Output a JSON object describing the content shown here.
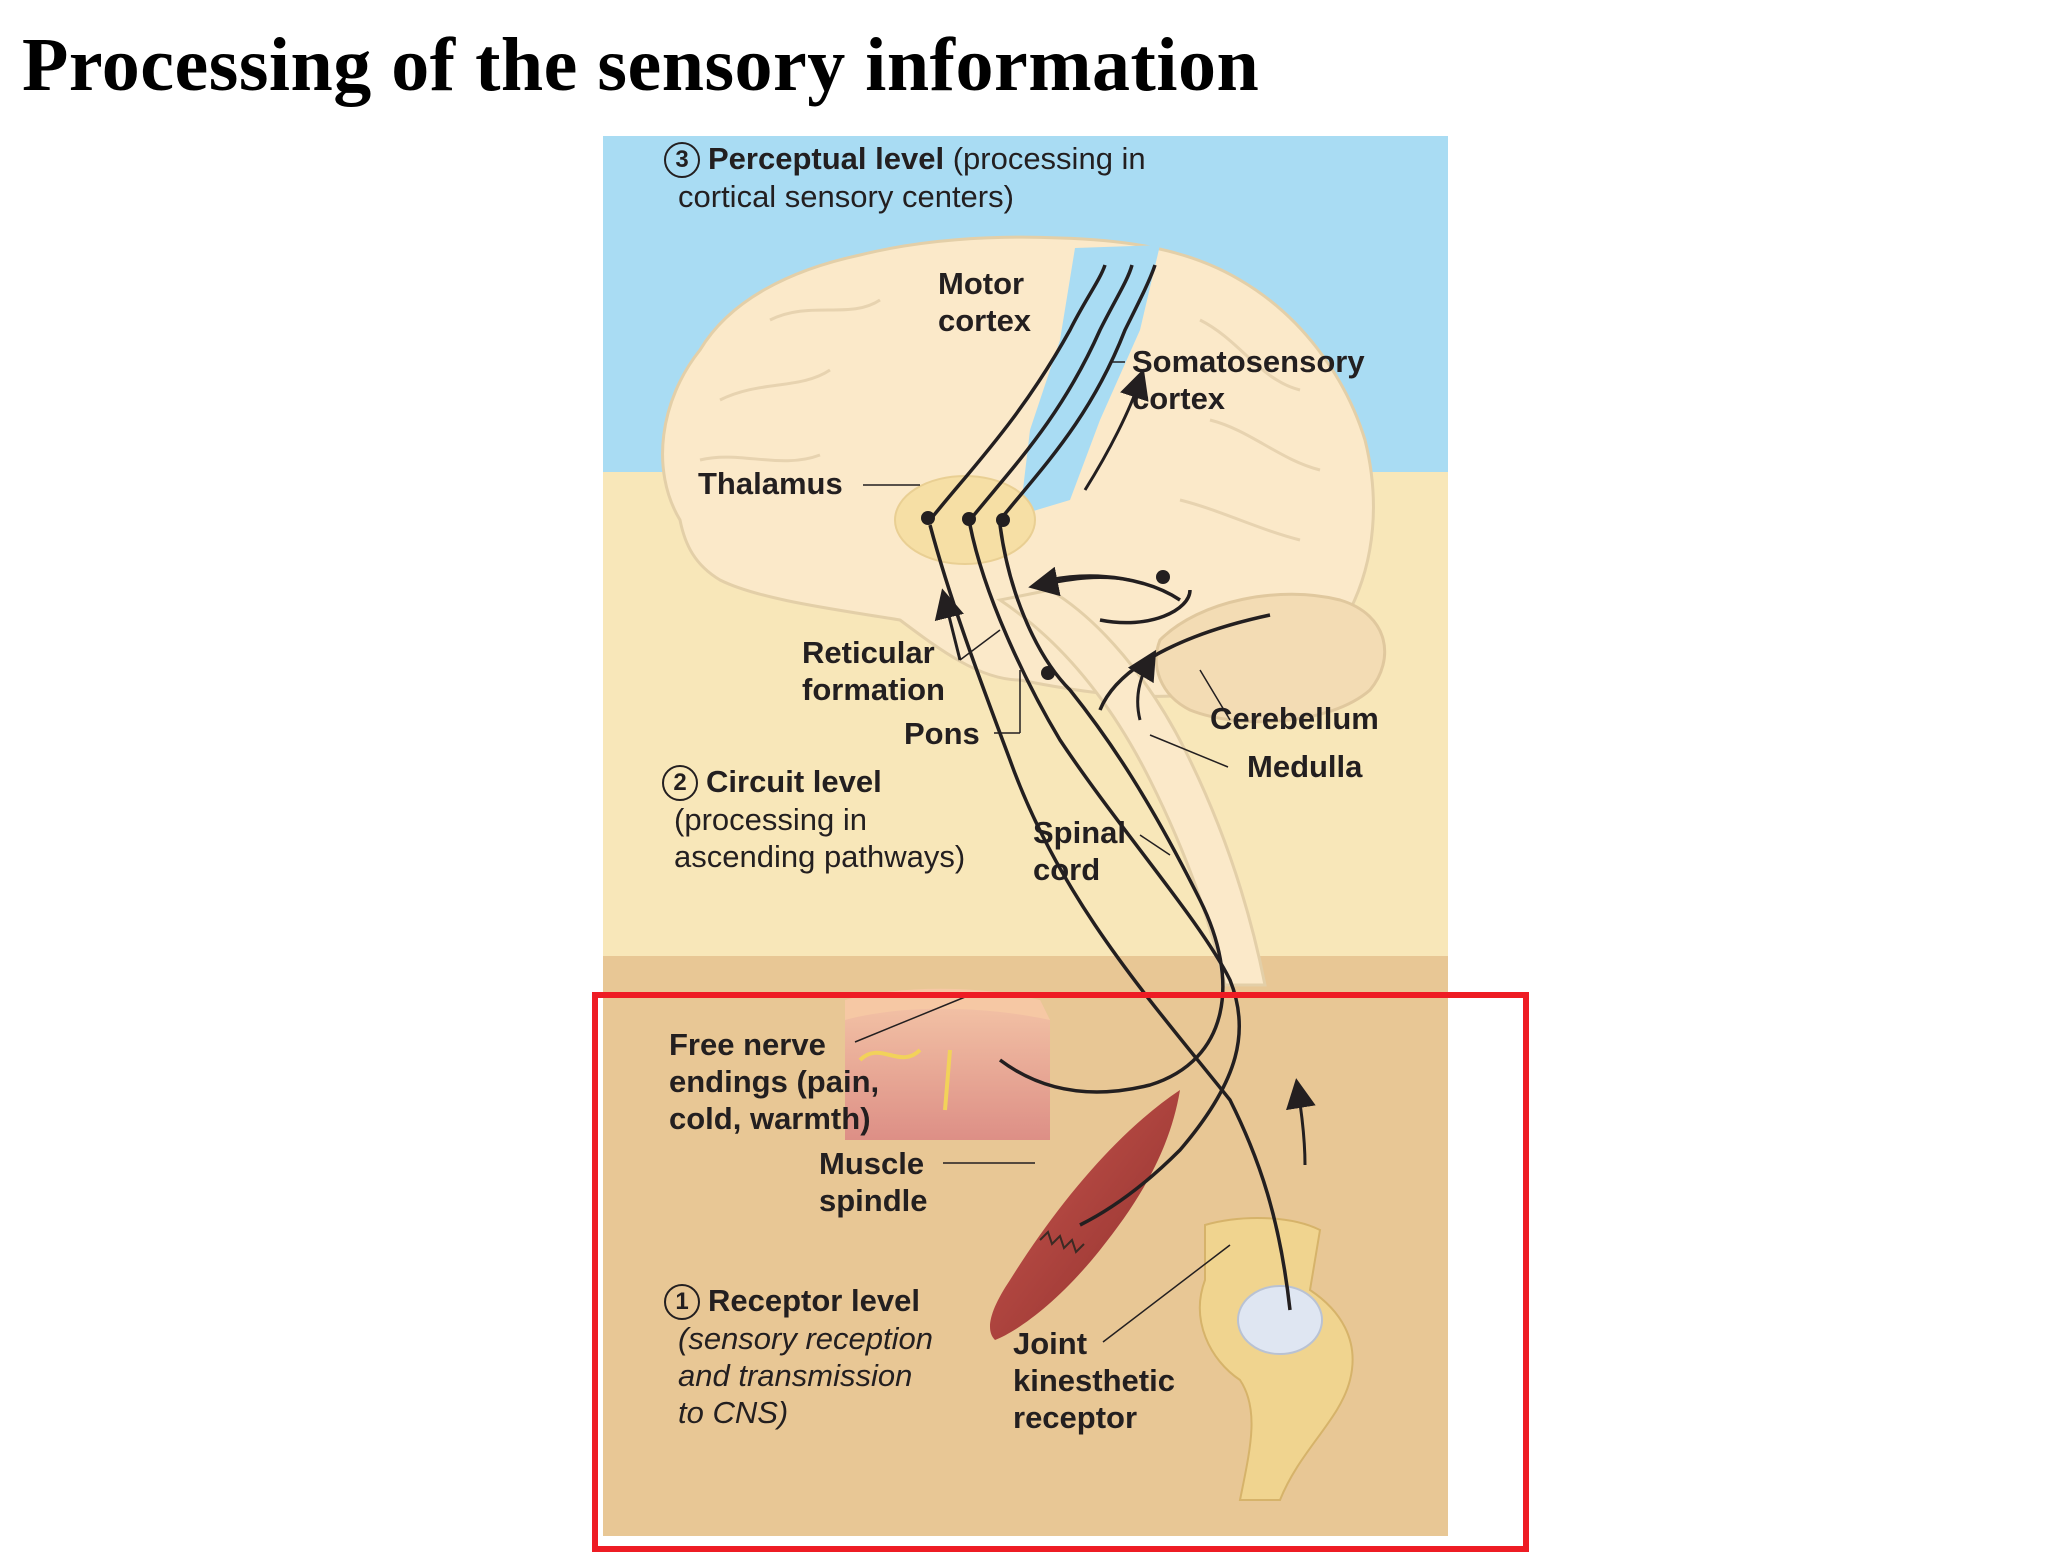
{
  "title": "Processing of the sensory information",
  "levels": {
    "perceptual": {
      "number": "3",
      "heading": "Perceptual level",
      "line1_rest": " (processing in",
      "line2": "cortical sensory centers)"
    },
    "circuit": {
      "number": "2",
      "heading": "Circuit level",
      "line1": "(processing in",
      "line2": "ascending pathways)"
    },
    "receptor": {
      "number": "1",
      "heading": "Receptor level",
      "line1": "(sensory reception",
      "line2": "and transmission",
      "line3": "to CNS)"
    }
  },
  "labels": {
    "motor_cortex": [
      "Motor",
      "cortex"
    ],
    "somatosensory_cortex": [
      "Somatosensory",
      "cortex"
    ],
    "thalamus": "Thalamus",
    "reticular_formation": [
      "Reticular",
      "formation"
    ],
    "pons": "Pons",
    "cerebellum": "Cerebellum",
    "medulla": "Medulla",
    "spinal_cord": [
      "Spinal",
      "cord"
    ],
    "free_nerve_endings": [
      "Free nerve",
      "endings (pain,",
      "cold, warmth)"
    ],
    "muscle_spindle": [
      "Muscle",
      "spindle"
    ],
    "joint_kinesthetic_receptor": [
      "Joint",
      "kinesthetic",
      "receptor"
    ]
  },
  "colors": {
    "sky_band": "#a9dcf3",
    "middle_band": "#f8e7b9",
    "bottom_band": "#e8c795",
    "brain": "#fbe9c9",
    "highlight_box": "#ee1c24"
  }
}
